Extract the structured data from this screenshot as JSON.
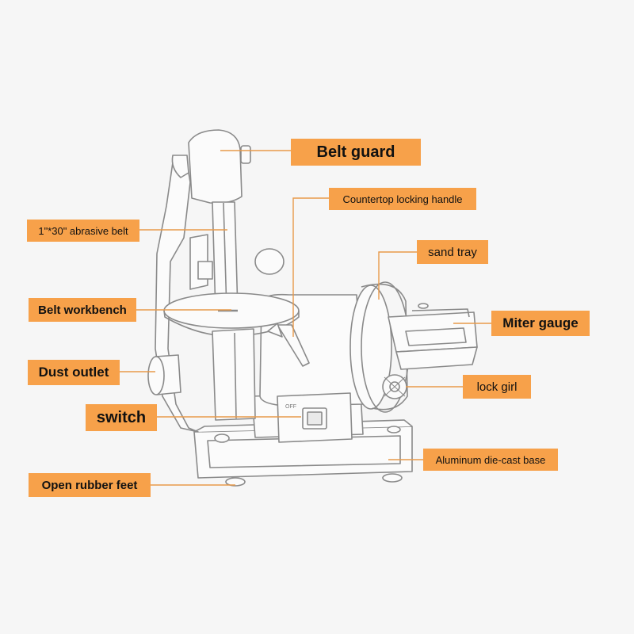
{
  "colors": {
    "background": "#f6f6f6",
    "tag": "#f7a14a",
    "leader": "#e89a4a",
    "machine_stroke": "#8a8a8a",
    "machine_fill": "#fbfbfb"
  },
  "callouts": {
    "belt_guard": "Belt guard",
    "countertop_locking_handle": "Countertop locking handle",
    "abrasive_belt": "1\"*30\" abrasive belt",
    "sand_tray": "sand tray",
    "belt_workbench": "Belt workbench",
    "miter_gauge": "Miter gauge",
    "dust_outlet": "Dust outlet",
    "lock_girl": "lock girl",
    "switch": "switch",
    "aluminum_base": "Aluminum die-cast base",
    "rubber_feet": "Open rubber feet"
  },
  "machine": {
    "switch_label": "OFF"
  }
}
